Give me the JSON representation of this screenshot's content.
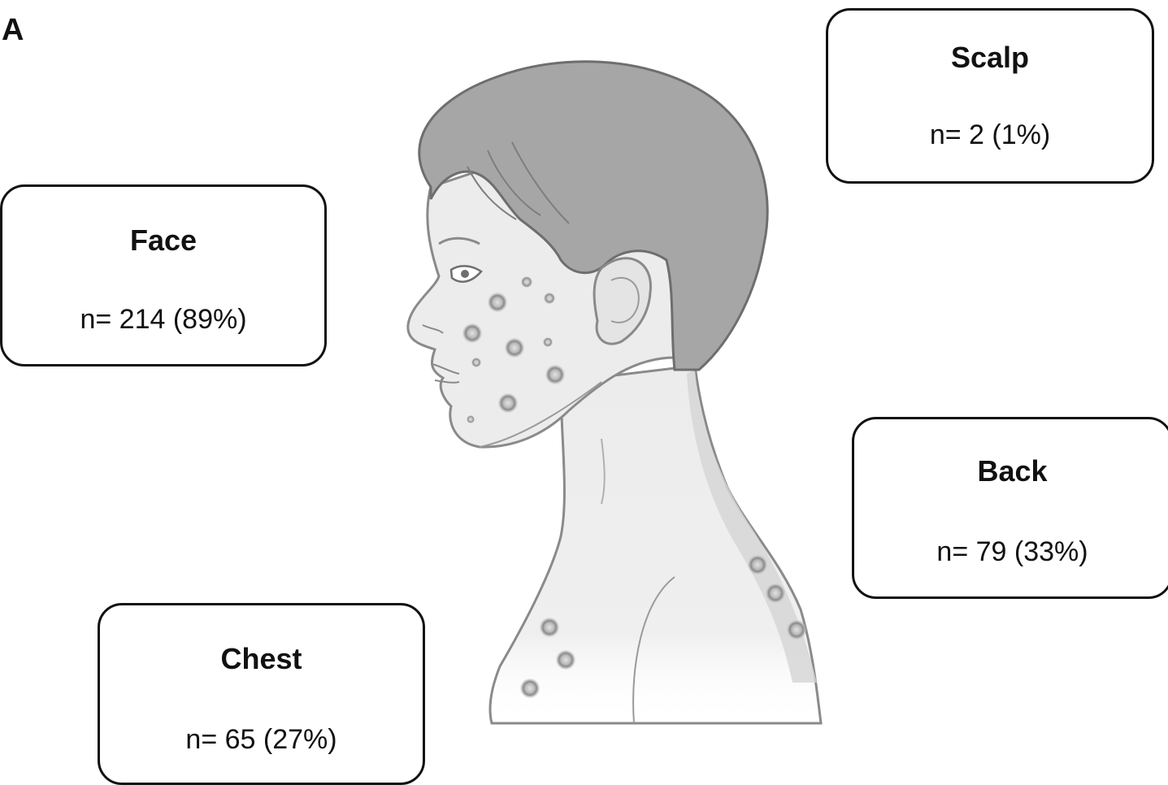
{
  "panel_label": "A",
  "regions": {
    "scalp": {
      "title": "Scalp",
      "count": "n= 2 (1%)"
    },
    "face": {
      "title": "Face",
      "count": "n= 214 (89%)"
    },
    "back": {
      "title": "Back",
      "count": "n= 79 (33%)"
    },
    "chest": {
      "title": "Chest",
      "count": "n= 65 (27%)"
    }
  },
  "colors": {
    "hair": "#a6a6a6",
    "skin": "#ececec",
    "outline": "#7a7a7a",
    "lesion": "#8c8c8c",
    "box_border": "#111111"
  }
}
